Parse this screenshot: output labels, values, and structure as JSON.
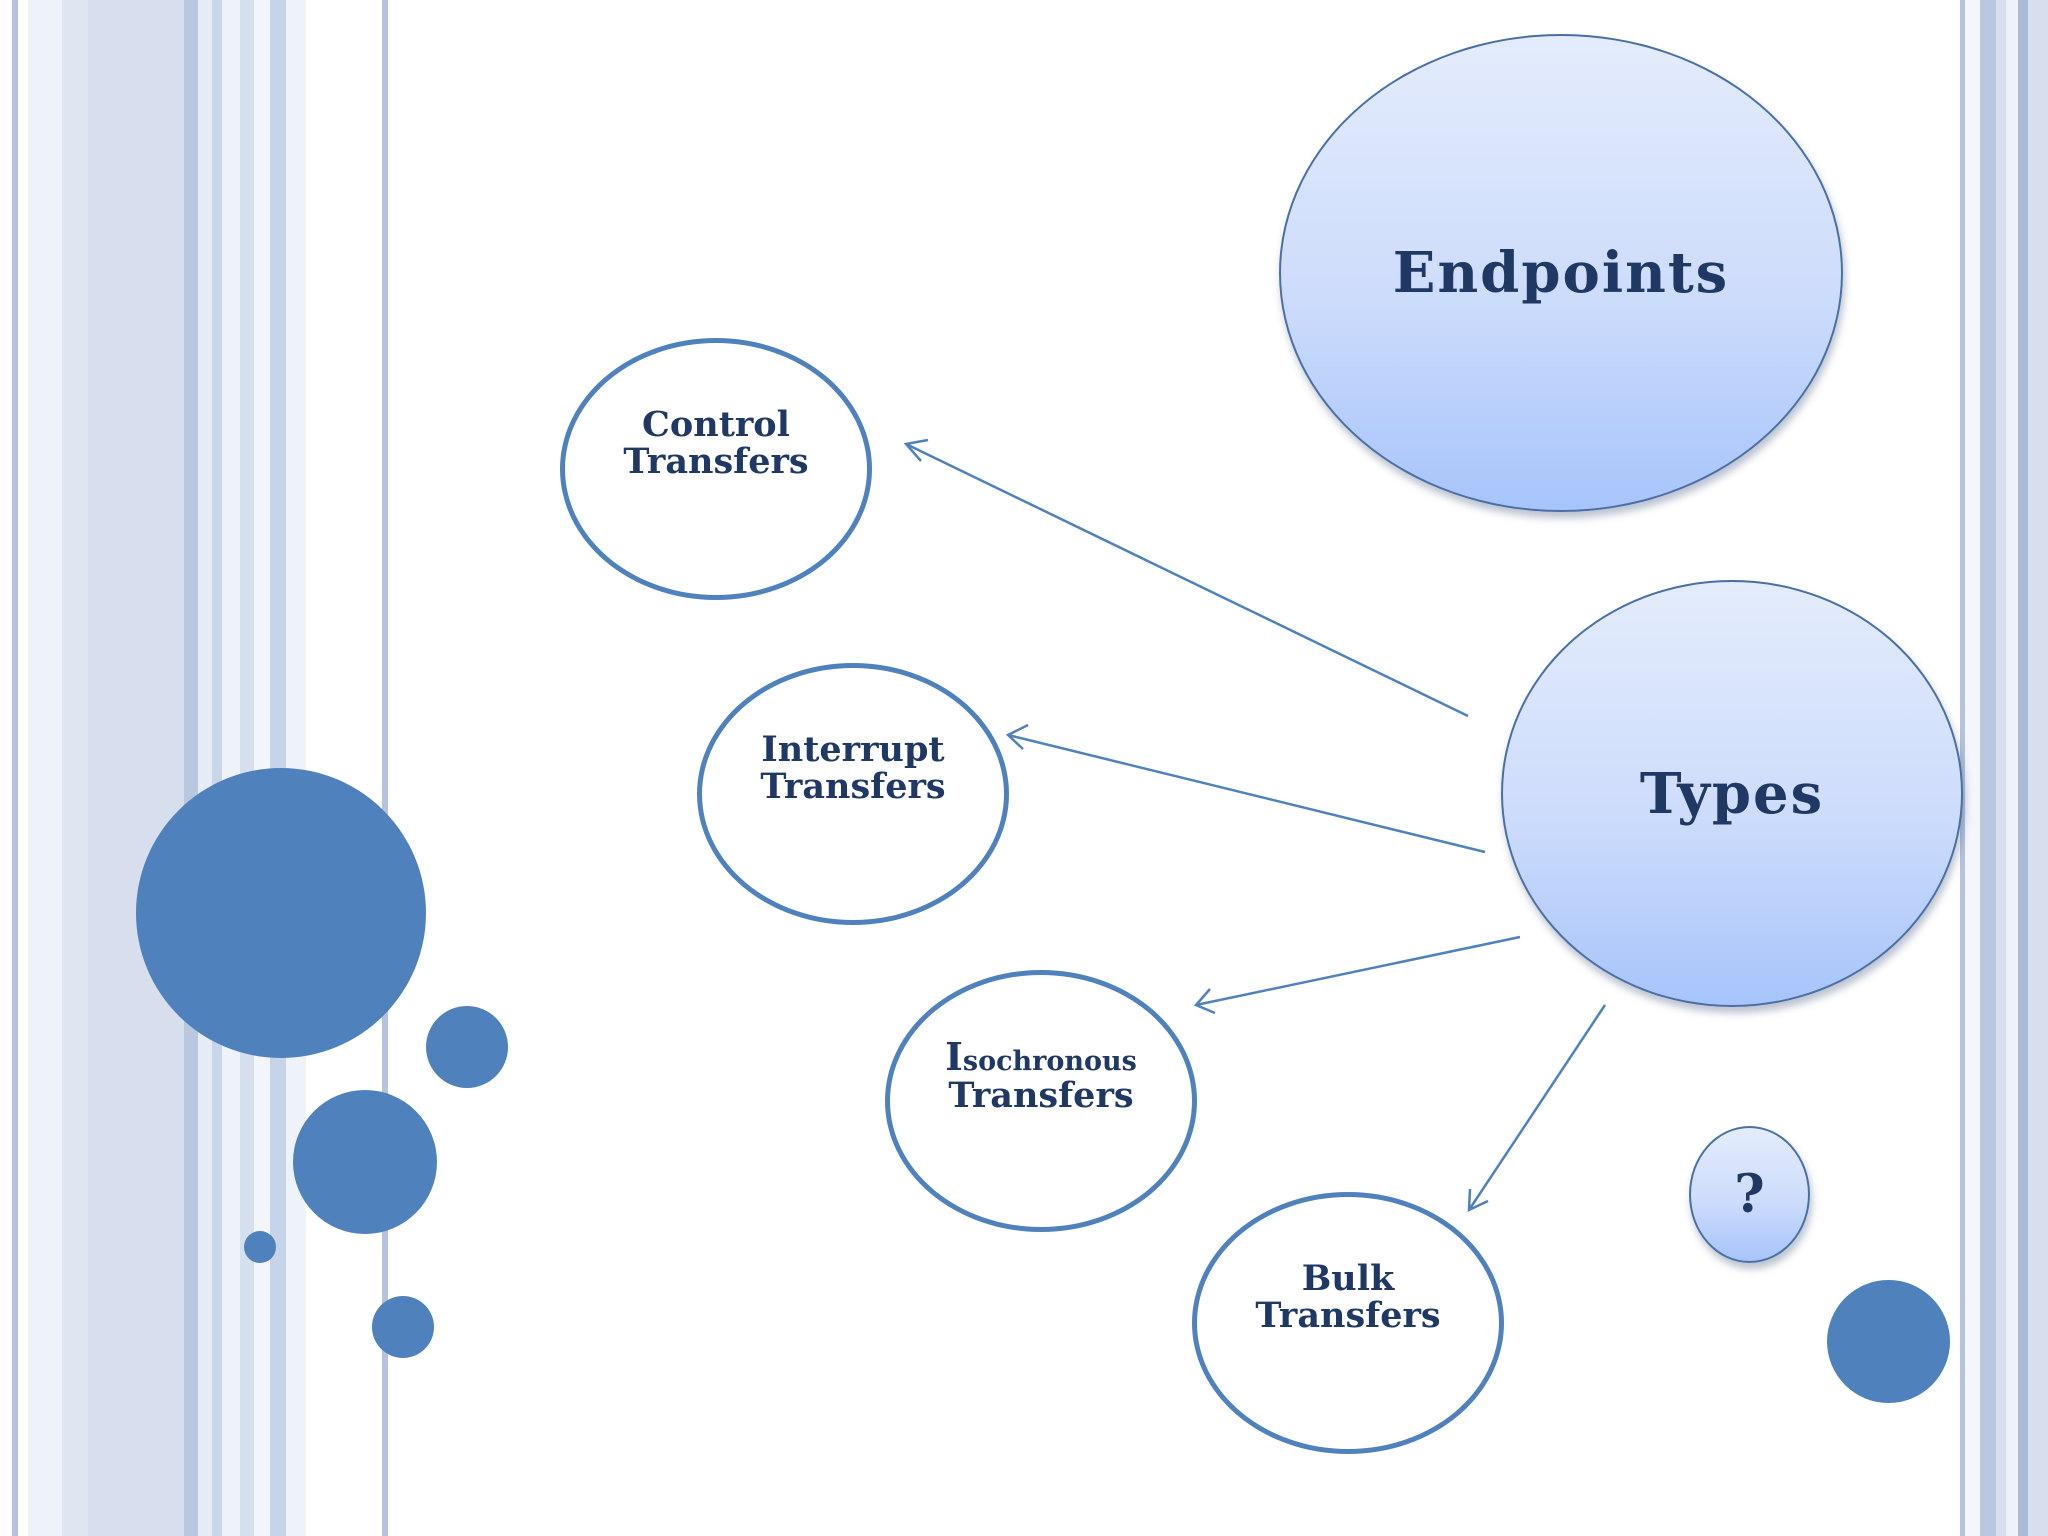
{
  "slide": {
    "main_title": "Endpoints",
    "hub_label": "Types",
    "question_mark": "?",
    "transfers": {
      "control": {
        "line1": "Control",
        "line2": "Transfers"
      },
      "interrupt": {
        "line1": "Interrupt",
        "line2": "Transfers"
      },
      "isochronous": {
        "line1_cap": "I",
        "line1_rest": "sochronous",
        "line2": "Transfers"
      },
      "bulk": {
        "line1": "Bulk",
        "line2": "Transfers"
      }
    }
  },
  "colors": {
    "accent": "#4f81bd",
    "text": "#1f3864",
    "stripe_light": "#d7deed",
    "stripe_mid": "#b4c4de",
    "node_gradient_top": "#e4ecfc",
    "node_gradient_bottom": "#a7c4fb"
  }
}
